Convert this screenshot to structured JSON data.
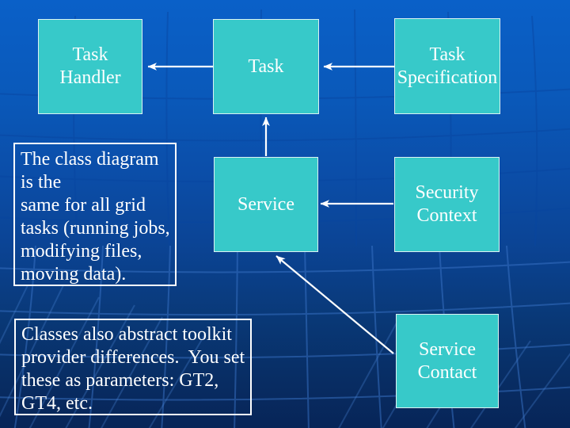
{
  "slide": {
    "kind": "presentation-slide-class-diagram",
    "theme": {
      "background_top": "#0a60c8",
      "background_bottom": "#072558",
      "mesh_line_light": "#3a74c8",
      "mesh_line_dark": "#0845a0",
      "node_fill": "#37c9c9",
      "node_border": "#dcf2f2",
      "note_border": "#ffffff",
      "arrow_color": "#ffffff",
      "text_color": "#ffffff"
    }
  },
  "diagram": {
    "nodes": {
      "task_handler": {
        "lines": [
          "Task",
          "Handler"
        ]
      },
      "task": {
        "lines": [
          "Task"
        ]
      },
      "task_specification": {
        "lines": [
          "Task",
          "Specification"
        ]
      },
      "service": {
        "lines": [
          "Service"
        ]
      },
      "security_context": {
        "lines": [
          "Security",
          "Context"
        ]
      },
      "service_contact": {
        "lines": [
          "Service",
          "Contact"
        ]
      }
    },
    "edges": [
      {
        "from": "Task",
        "to": "Task Handler",
        "style": "arrow"
      },
      {
        "from": "Task Specification",
        "to": "Task",
        "style": "arrow"
      },
      {
        "from": "Service",
        "to": "Task",
        "style": "arrow"
      },
      {
        "from": "Security Context",
        "to": "Service",
        "style": "arrow"
      },
      {
        "from": "Service Contact",
        "to": "Service",
        "style": "arrow"
      }
    ]
  },
  "notes": {
    "note1": {
      "lines": [
        "The class diagram",
        "is the",
        "same for all grid",
        "tasks (running jobs,",
        "modifying files,",
        "moving data)."
      ]
    },
    "note2": {
      "lines": [
        "Classes also abstract toolkit",
        "provider differences.  You set",
        "these as parameters: GT2,",
        "GT4, etc."
      ]
    }
  }
}
